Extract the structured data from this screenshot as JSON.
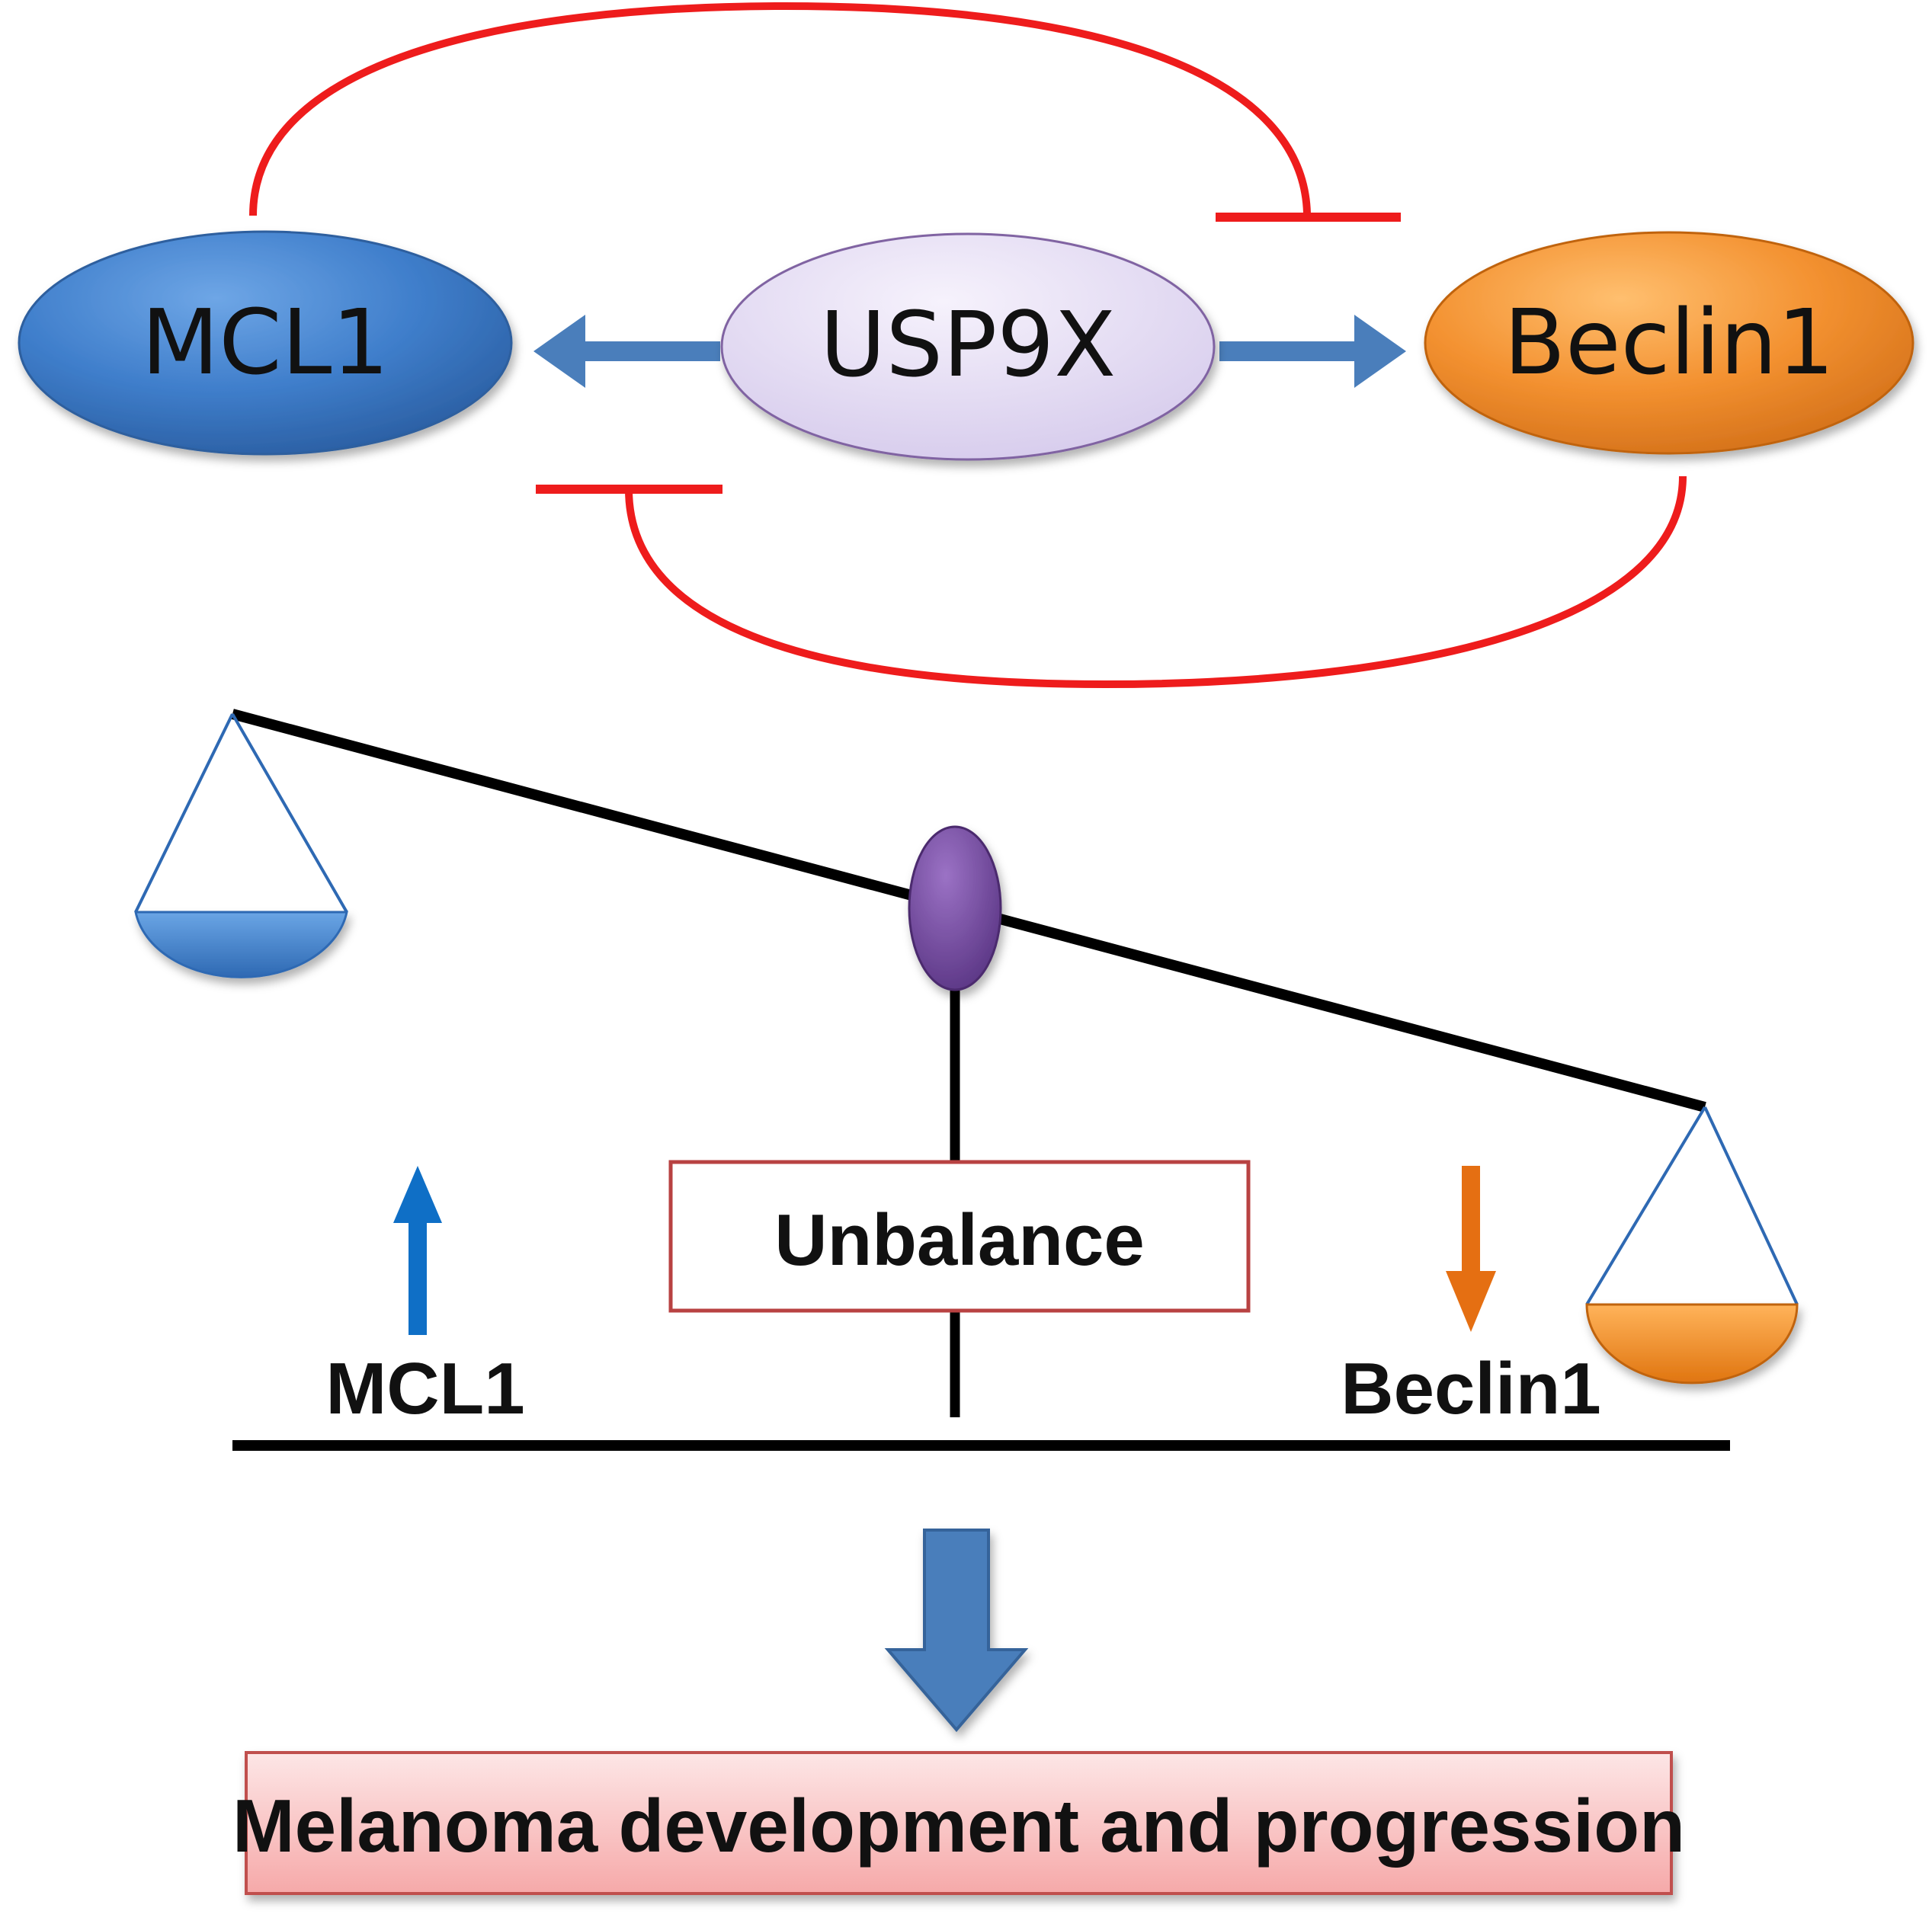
{
  "nodes": {
    "mcl1": {
      "label": "MCL1",
      "color": "#3f7ecb"
    },
    "usp9x": {
      "label": "USP9X",
      "color": "#e3dcf0"
    },
    "beclin1": {
      "label": "Beclin1",
      "color": "#f39130"
    }
  },
  "edges": [
    {
      "from": "usp9x",
      "to": "mcl1",
      "type": "activation"
    },
    {
      "from": "usp9x",
      "to": "beclin1",
      "type": "activation"
    },
    {
      "from": "mcl1",
      "to": "beclin1",
      "type": "inhibition"
    },
    {
      "from": "beclin1",
      "to": "mcl1",
      "type": "inhibition"
    }
  ],
  "scale": {
    "unbalance_label": "Unbalance",
    "left_label": "MCL1",
    "left_trend": "up",
    "right_label": "Beclin1",
    "right_trend": "down"
  },
  "outcome": {
    "label": "Melanoma development and progression"
  },
  "colors": {
    "inhibition": "#ee1c1c",
    "activation_arrow": "#4a7ebb",
    "up_arrow": "#0f6fc6",
    "down_arrow": "#e56f12",
    "fulcrum": "#7a4ea3",
    "box_border": "#b84242"
  }
}
